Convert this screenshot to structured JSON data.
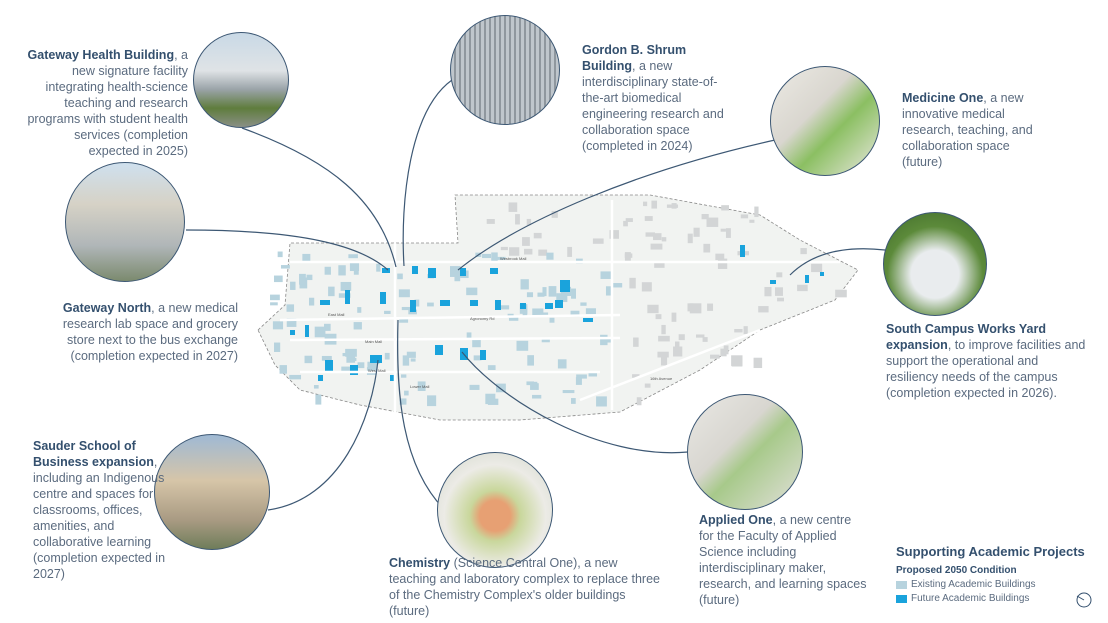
{
  "callouts": {
    "gateway_health": {
      "title": "Gateway Health Building",
      "body": ", a new signature facility integrating health-science teaching and research programs with student health services (completion expected in 2025)"
    },
    "gordon_shrum": {
      "title": "Gordon B. Shrum Building",
      "body": ", a new interdisciplinary state-of-the-art biomedical engineering research and collaboration space (completed in 2024)"
    },
    "medicine_one": {
      "title": "Medicine One",
      "body": ", a new innovative medical research, teaching, and collaboration space (future)"
    },
    "gateway_north": {
      "title": "Gateway North",
      "body": ", a new medical research lab space and grocery store next to the bus exchange (completion expected in 2027)"
    },
    "works_yard": {
      "title": "South Campus Works Yard expansion",
      "body": ", to improve facilities and support the operational and resiliency needs of the campus (completion expected in 2026)."
    },
    "sauder": {
      "title": "Sauder School of Business expansion",
      "body": ", including an Indigenous centre and spaces for classrooms, offices, amenities, and collaborative learning (completion expected in 2027)"
    },
    "chemistry": {
      "title": "Chemistry",
      "body": " (Science Central One), a new teaching and laboratory complex to replace three of the Chemistry Complex's older buildings (future)"
    },
    "applied_one": {
      "title": "Applied One",
      "body": ", a new centre for the Faculty of Applied Science including interdisciplinary maker, research, and learning spaces (future)"
    }
  },
  "map_labels": [
    "Wesbrook Mall",
    "East Mall",
    "Main Mall",
    "West Mall",
    "Lower Mall",
    "Agronomy Rd",
    "16th Avenue"
  ],
  "legend": {
    "title": "Supporting Academic Projects",
    "subtitle": "Proposed 2050 Condition",
    "items": [
      {
        "label": "Existing Academic Buildings",
        "color": "#b7d3de"
      },
      {
        "label": "Future Academic Buildings",
        "color": "#1aa3dc"
      }
    ]
  },
  "colors": {
    "title": "#34506e",
    "body": "#5b6b7f",
    "leader": "#3d5874",
    "future": "#1aa3dc",
    "existing": "#b7d3de"
  },
  "icons": {
    "compass": "north-arrow-icon"
  }
}
